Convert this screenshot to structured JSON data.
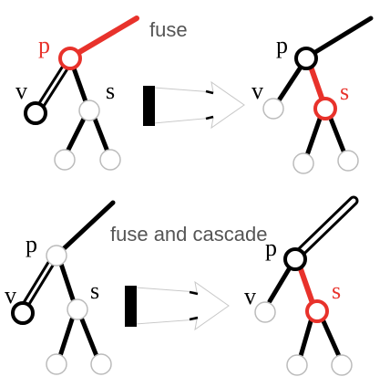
{
  "colors": {
    "highlight": "#e8322b",
    "edge": "#000000",
    "node_stroke_dark": "#000000",
    "node_stroke_light": "#bbbbbb",
    "caption": "#555555"
  },
  "panels": [
    {
      "caption": "fuse",
      "before": {
        "labels": {
          "p": "p",
          "v": "v",
          "s": "s"
        }
      },
      "after": {
        "labels": {
          "p": "p",
          "v": "v",
          "s": "s"
        }
      }
    },
    {
      "caption": "fuse and cascade",
      "before": {
        "labels": {
          "p": "p",
          "v": "v",
          "s": "s"
        }
      },
      "after": {
        "labels": {
          "p": "p",
          "v": "v",
          "s": "s"
        }
      }
    }
  ]
}
